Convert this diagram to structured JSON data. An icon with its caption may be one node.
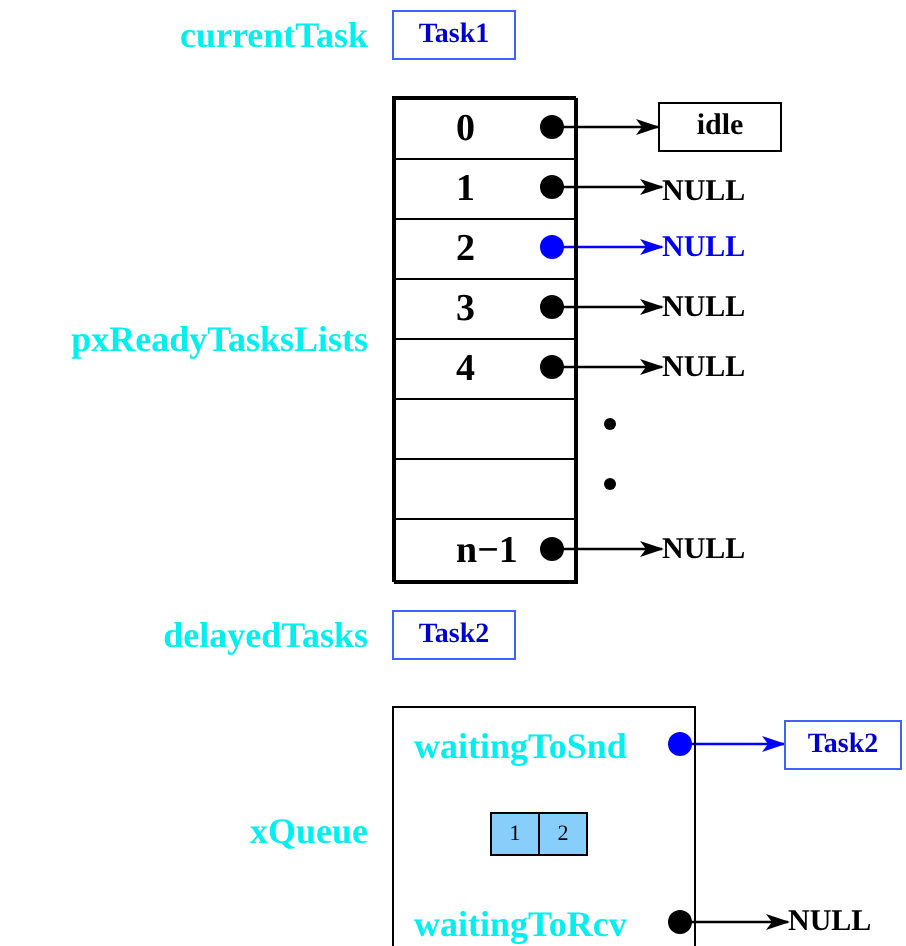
{
  "diagram": {
    "nodes": [
      {
        "text": [
          "Task1"
        ],
        "beside": [
          "currentTask"
        ]
      },
      {
        "text": [],
        "shape": "box",
        "beside": [
          "pxReadyTasksLists"
        ]
      },
      {
        "text": [
          "0"
        ],
        "in": 1
      },
      {
        "text": [
          "1"
        ],
        "in": 1
      },
      {
        "text": [
          "2"
        ],
        "in": 1
      },
      {
        "text": [
          "3"
        ],
        "in": 1
      },
      {
        "text": [
          "4"
        ],
        "in": 1
      },
      {
        "text": [],
        "shape": "box",
        "in": 1
      },
      {
        "text": [],
        "shape": "box",
        "in": 1
      },
      {
        "text": [
          "n−1"
        ],
        "in": 1
      },
      {
        "text": [
          "idle"
        ]
      },
      {
        "text": [
          "NULL"
        ]
      },
      {
        "text": [
          "NULL"
        ]
      },
      {
        "text": [
          "NULL"
        ]
      },
      {
        "text": [
          "NULL"
        ]
      },
      {
        "text": [
          "NULL"
        ]
      },
      {
        "text": [
          "Task2"
        ],
        "beside": [
          "delayedTasks"
        ]
      },
      {
        "text": [],
        "shape": "box",
        "beside": [
          "xQueue"
        ]
      },
      {
        "text": [
          "waitingToSnd"
        ],
        "in": 17
      },
      {
        "text": [
          "1"
        ],
        "in": 17
      },
      {
        "text": [
          "2"
        ],
        "in": 17
      },
      {
        "text": [
          "waitingToRcv"
        ],
        "in": 17
      },
      {
        "text": [
          "Task2"
        ]
      },
      {
        "text": [
          "NULL"
        ]
      }
    ],
    "edges": [
      {
        "from": 2,
        "to": 10,
        "arrow": "to"
      },
      {
        "from": 3,
        "to": 11,
        "arrow": "to"
      },
      {
        "from": 4,
        "to": 12,
        "arrow": "to",
        "color": "#0000ff"
      },
      {
        "from": 5,
        "to": 13,
        "arrow": "to"
      },
      {
        "from": 6,
        "to": 14,
        "arrow": "to"
      },
      {
        "from": 9,
        "to": 15,
        "arrow": "to"
      },
      {
        "from": 18,
        "to": 22,
        "arrow": "to",
        "color": "#0000ff"
      },
      {
        "from": 21,
        "to": 23,
        "arrow": "to"
      }
    ]
  }
}
